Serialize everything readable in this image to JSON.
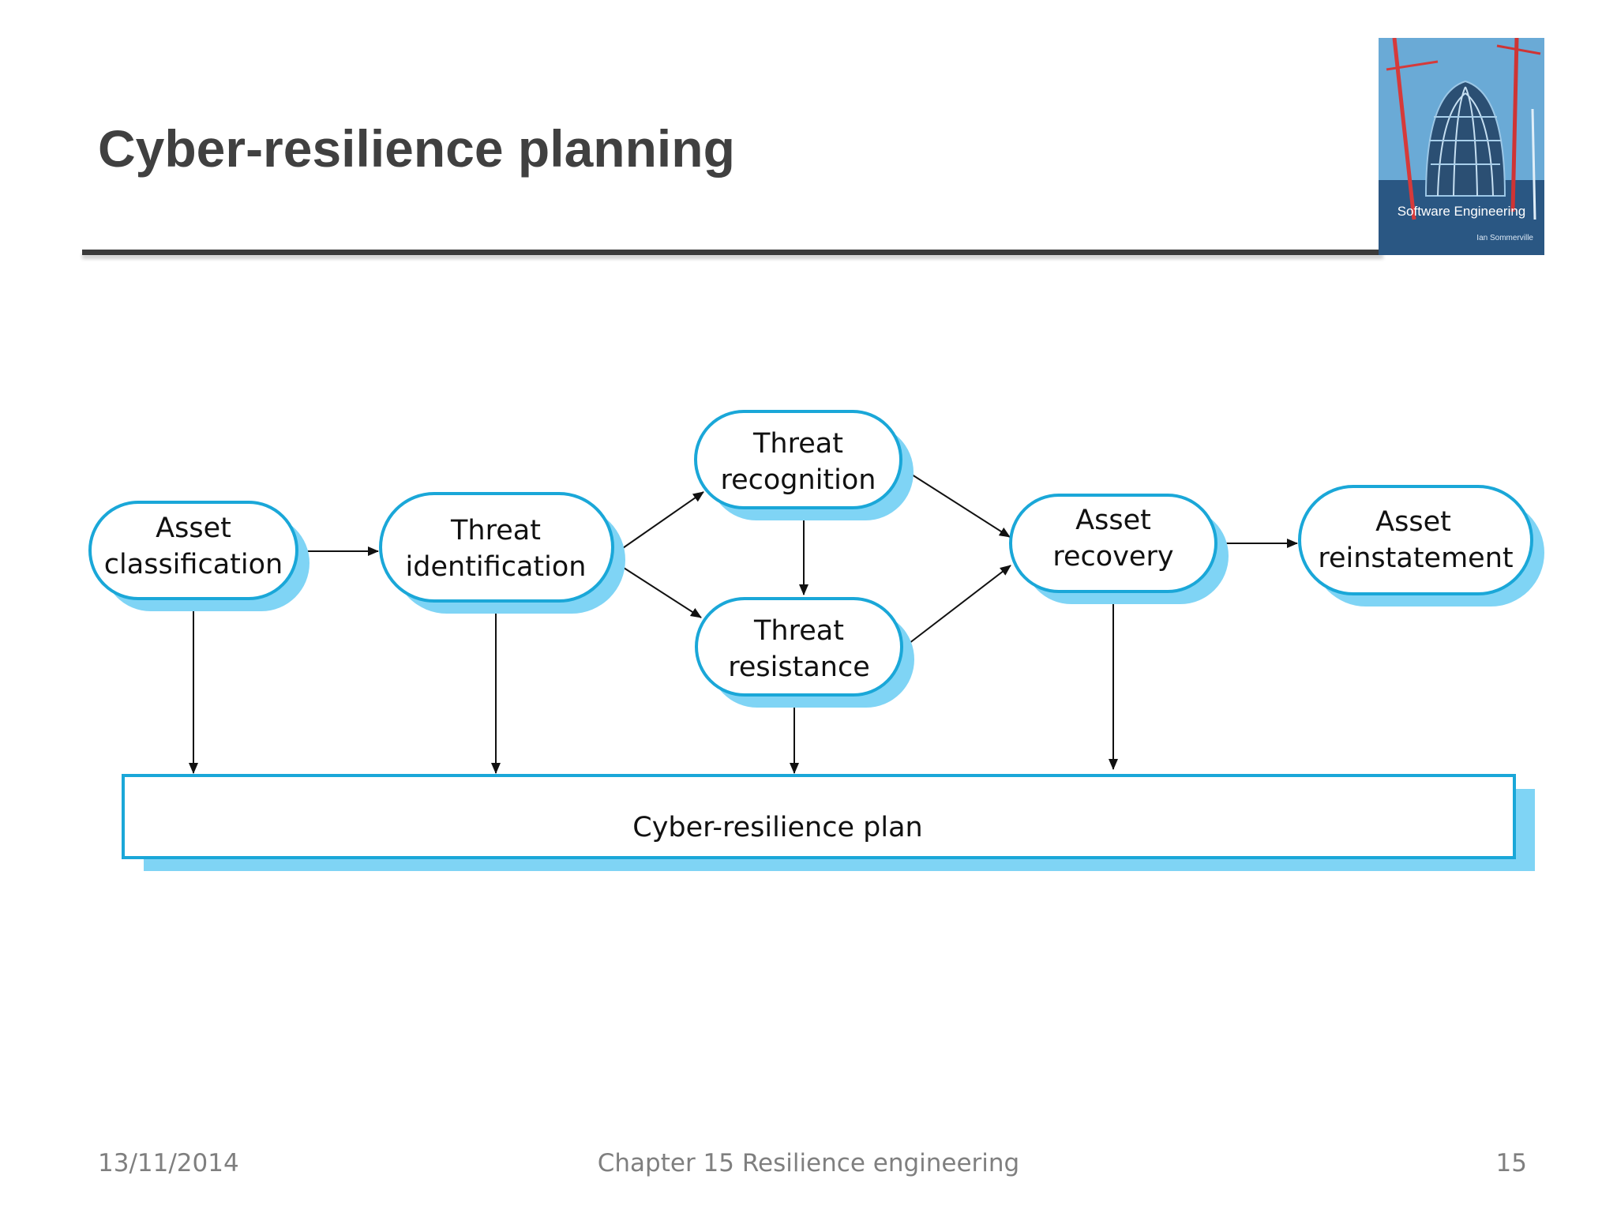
{
  "slide": {
    "title": "Cyber-resilience planning"
  },
  "cover_image": {
    "title": "Software Engineering",
    "author": "Ian Sommerville"
  },
  "diagram": {
    "nodes": {
      "asset_classification": [
        "Asset",
        "classification"
      ],
      "threat_identification": [
        "Threat",
        "identification"
      ],
      "threat_recognition": [
        "Threat",
        "recognition"
      ],
      "threat_resistance": [
        "Threat",
        "resistance"
      ],
      "asset_recovery": [
        "Asset",
        "recovery"
      ],
      "asset_reinstatement": [
        "Asset",
        "reinstatement"
      ]
    },
    "plan_label": "Cyber-resilience plan",
    "colors": {
      "node_border": "#1aa7d8",
      "node_shadow": "#7fd4f5",
      "arrow": "#111111"
    }
  },
  "footer": {
    "date": "13/11/2014",
    "chapter": "Chapter 15 Resilience engineering",
    "page": "15"
  }
}
